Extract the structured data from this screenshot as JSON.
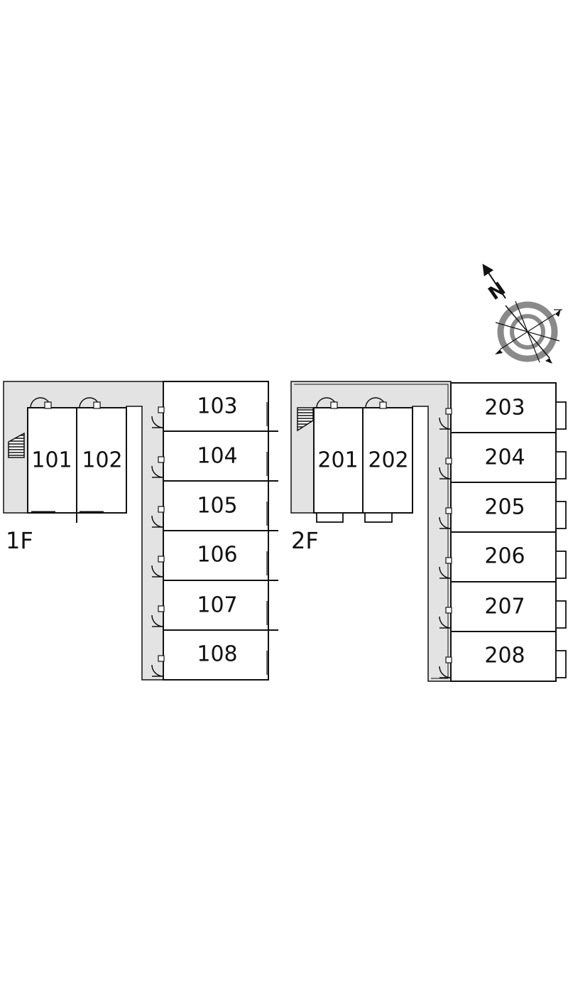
{
  "floors": [
    {
      "label": "1F",
      "rooms_left": [
        "101",
        "102"
      ],
      "rooms_right": [
        "103",
        "104",
        "105",
        "106",
        "107",
        "108"
      ]
    },
    {
      "label": "2F",
      "rooms_left": [
        "201",
        "202"
      ],
      "rooms_right": [
        "203",
        "204",
        "205",
        "206",
        "207",
        "208"
      ]
    }
  ],
  "compass": {
    "letter": "N"
  },
  "colors": {
    "corridor": "#e3e3e3",
    "line": "#111111",
    "compass_ring": "#8a8a8a"
  }
}
